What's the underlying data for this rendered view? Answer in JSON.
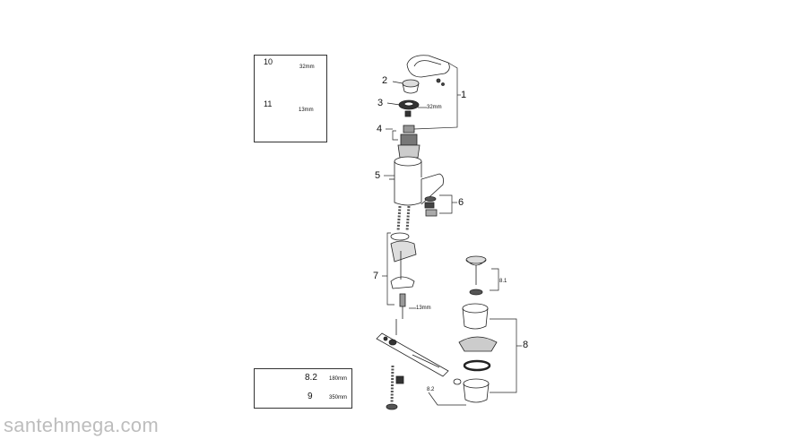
{
  "parts_box": {
    "row10": {
      "num": "10",
      "size": "32mm"
    },
    "row11": {
      "num": "11",
      "size": "13mm"
    }
  },
  "length_box": {
    "row82": {
      "num": "8.2",
      "len": "180mm"
    },
    "row9": {
      "num": "9",
      "len": "350mm"
    }
  },
  "callouts": {
    "c1": "1",
    "c2": "2",
    "c3": "3",
    "c4": "4",
    "c5": "5",
    "c6": "6",
    "c7": "7",
    "c8": "8",
    "c81": "8.1",
    "c82": "8.2"
  },
  "dimensions": {
    "wrench3": "32mm",
    "wrench7": "13mm"
  },
  "watermark": "santehmega.com"
}
